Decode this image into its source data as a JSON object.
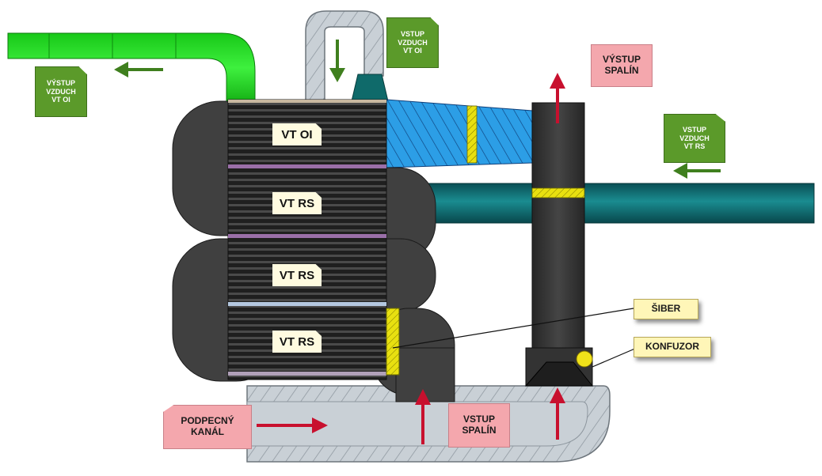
{
  "labels": {
    "vystup_vzduch_vt_oi": [
      "VÝSTUP",
      "VZDUCH",
      "VT OI"
    ],
    "vstup_vzduch_vt_oi": [
      "VSTUP",
      "VZDUCH",
      "VT OI"
    ],
    "vystup_spalin": [
      "VÝSTUP",
      "SPALÍN"
    ],
    "vstup_vzduch_vt_rs": [
      "VSTUP",
      "VZDUCH",
      "VT RS"
    ],
    "siber": "ŠIBER",
    "konfuzor": "KONFUZOR",
    "podpecny_kanal": [
      "PODPECNÝ",
      "KANÁL"
    ],
    "vstup_spalin": [
      "VSTUP",
      "SPALÍN"
    ],
    "section_1": "VT OI",
    "section_2": "VT RS",
    "section_3": "VT RS",
    "section_4": "VT RS"
  },
  "colors": {
    "air_out_green": "#22e622",
    "air_in_blue": "#2c9ee6",
    "teal_duct": "#0e6f73",
    "flue_body": "#3c3c3c",
    "grey_channel": "#c9d0d6",
    "arrow_red": "#c8102e",
    "arrow_green": "#3f7f1e",
    "yellow": "#e8e010"
  }
}
